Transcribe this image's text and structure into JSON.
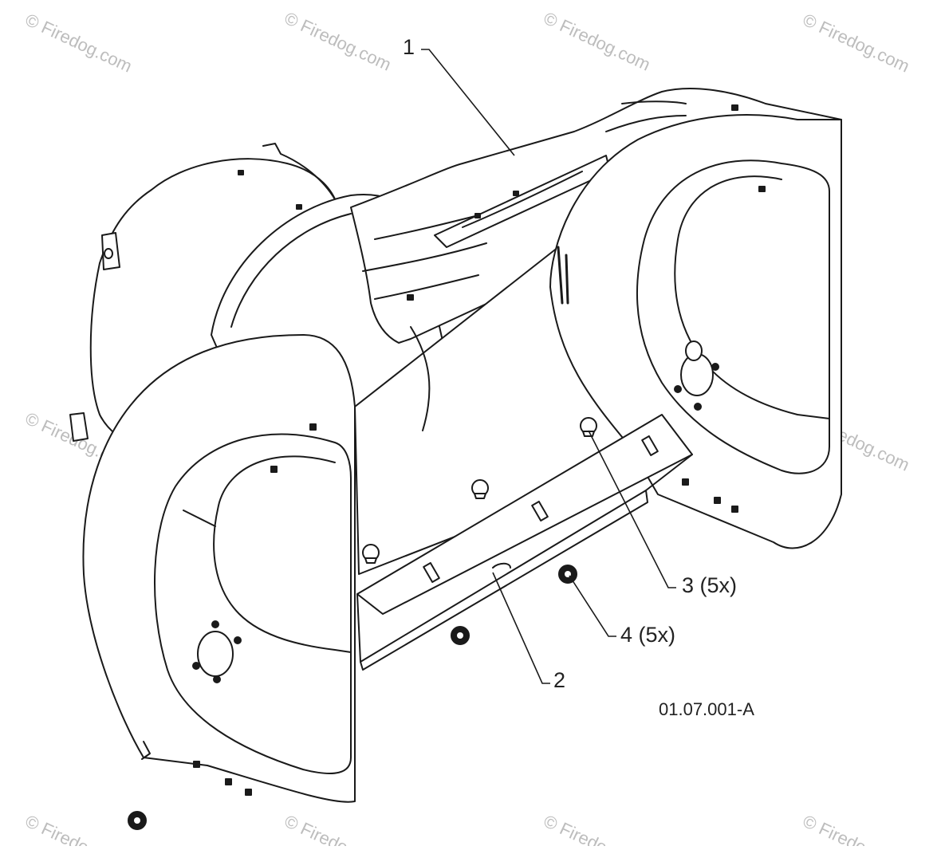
{
  "diagram": {
    "callouts": [
      {
        "id": "1",
        "label": "1"
      },
      {
        "id": "2",
        "label": "2"
      },
      {
        "id": "3",
        "label": "3 (5x)"
      },
      {
        "id": "4",
        "label": "4 (5x)"
      }
    ],
    "figure_id": "01.07.001-A",
    "watermark": "© Firedog.com",
    "colors": {
      "line": "#1a1a1a",
      "fill": "#ffffff",
      "watermark": "#bdbdbd"
    }
  }
}
